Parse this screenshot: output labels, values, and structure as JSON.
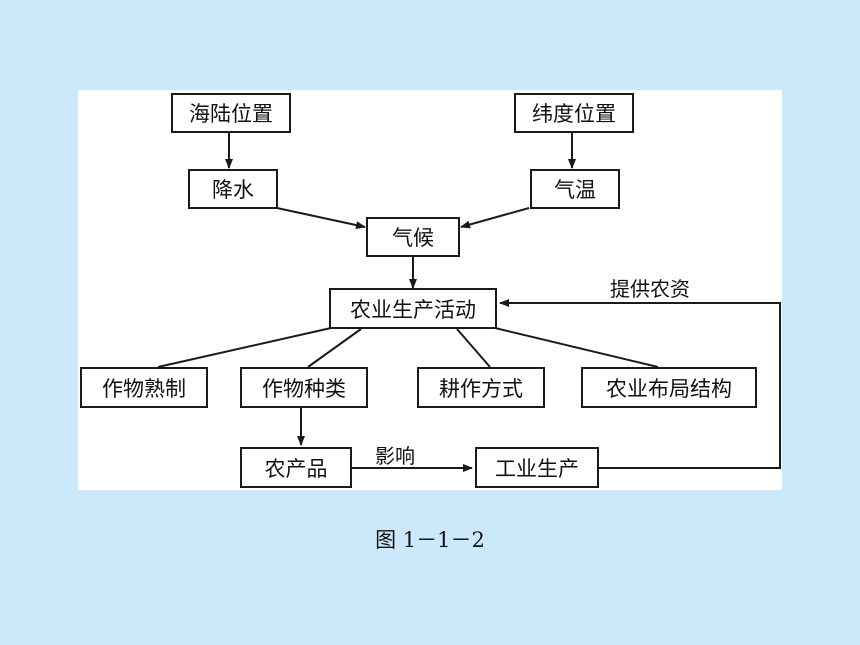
{
  "colors": {
    "background": "#cce9fb",
    "panel": "#ffffff",
    "ink": "#1a1a1a"
  },
  "diagram": {
    "nodes": {
      "sea_land_position": "海陆位置",
      "latitude_position": "纬度位置",
      "precipitation": "降水",
      "temperature": "气温",
      "climate": "气候",
      "agricultural_production": "农业生产活动",
      "crop_maturity": "作物熟制",
      "crop_types": "作物种类",
      "farming_methods": "耕作方式",
      "agricultural_layout": "农业布局结构",
      "agricultural_products": "农产品",
      "industrial_production": "工业生产"
    },
    "edge_labels": {
      "influence": "影响",
      "provide_agri_inputs": "提供农资"
    }
  },
  "caption": "图 1－1－2"
}
